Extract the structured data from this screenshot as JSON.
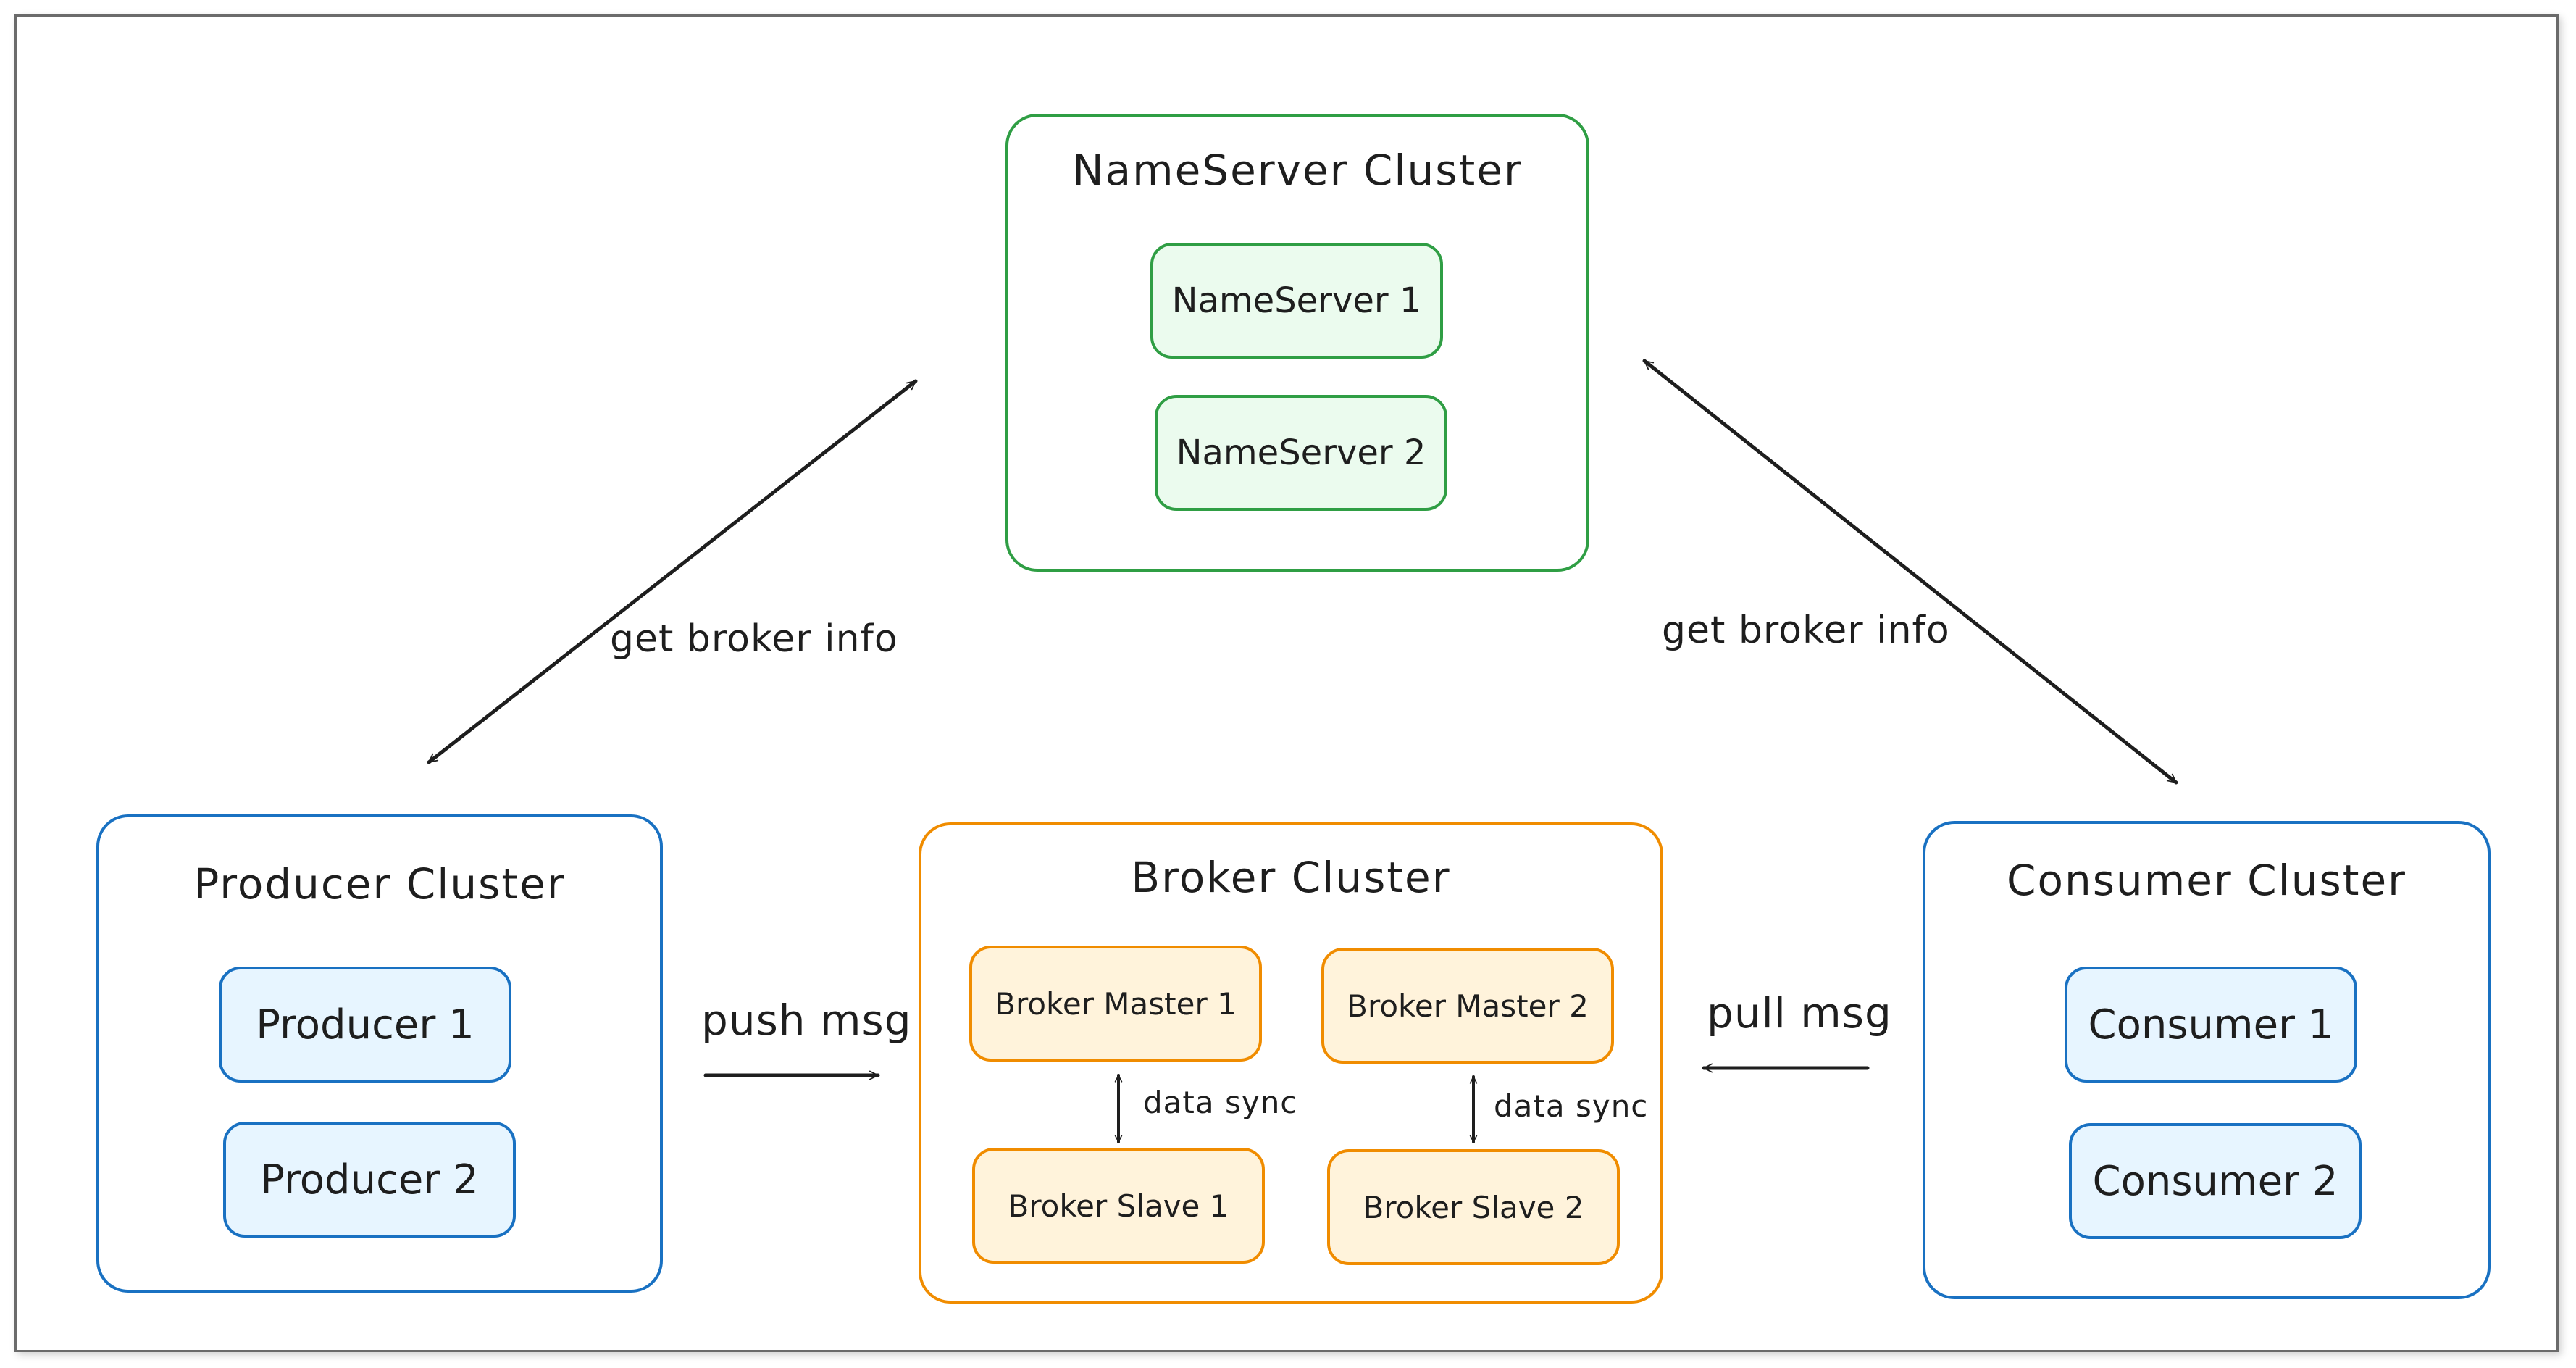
{
  "nameserver_cluster": {
    "title": "NameServer Cluster",
    "nodes": [
      "NameServer 1",
      "NameServer 2"
    ],
    "color": "#2f9e44",
    "fill": "#ebfbee"
  },
  "producer_cluster": {
    "title": "Producer Cluster",
    "nodes": [
      "Producer 1",
      "Producer 2"
    ],
    "color": "#1971c2",
    "fill": "#e7f5ff"
  },
  "broker_cluster": {
    "title": "Broker Cluster",
    "masters": [
      "Broker Master 1",
      "Broker Master 2"
    ],
    "slaves": [
      "Broker Slave 1",
      "Broker Slave 2"
    ],
    "sync_labels": [
      "data sync",
      "data sync"
    ],
    "color": "#f08c00",
    "fill": "#fff3db"
  },
  "consumer_cluster": {
    "title": "Consumer Cluster",
    "nodes": [
      "Consumer 1",
      "Consumer 2"
    ],
    "color": "#1971c2",
    "fill": "#e7f5ff"
  },
  "edges": {
    "producer_nameserver": "get broker info",
    "consumer_nameserver": "get broker info",
    "producer_broker": "push msg",
    "consumer_broker": "pull msg"
  }
}
